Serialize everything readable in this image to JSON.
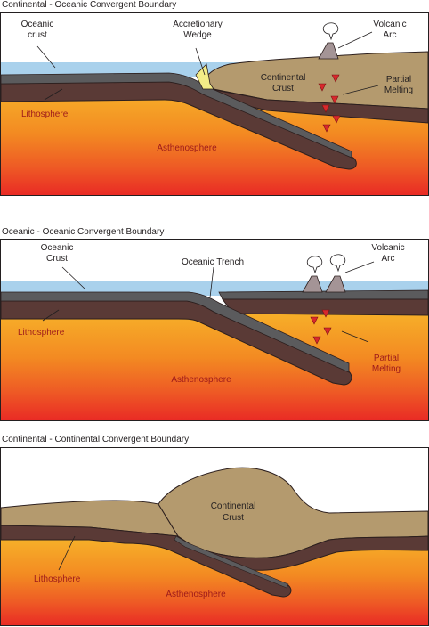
{
  "colors": {
    "ocean": "#a9d1ec",
    "crust_brown": "#b49a6e",
    "lithosphere": "#5a3a36",
    "lithosphere_edge": "#2c1f1e",
    "oceanic_crust": "#5b5b5d",
    "wedge": "#f3ec87",
    "volcano": "#a49496",
    "magma": "#d8282c",
    "mantle_top": "#f4a623",
    "mantle_bottom": "#ea2a26",
    "label_text": "#231f20",
    "label_red": "#9e1a1a"
  },
  "panel1": {
    "title": "Continental - Oceanic Convergent Boundary",
    "labels": {
      "oceanic_crust_1": "Oceanic",
      "oceanic_crust_2": "crust",
      "accretionary_1": "Accretionary",
      "accretionary_2": "Wedge",
      "volcanic_1": "Volcanic",
      "volcanic_2": "Arc",
      "continental_1": "Continental",
      "continental_2": "Crust",
      "partial_1": "Partial",
      "partial_2": "Melting",
      "lithosphere": "Lithosphere",
      "asthenosphere": "Asthenosphere"
    }
  },
  "panel2": {
    "title": "Oceanic - Oceanic Convergent Boundary",
    "labels": {
      "oceanic_crust_1": "Oceanic",
      "oceanic_crust_2": "Crust",
      "trench": "Oceanic Trench",
      "volcanic_1": "Volcanic",
      "volcanic_2": "Arc",
      "lithosphere": "Lithosphere",
      "partial_1": "Partial",
      "partial_2": "Melting",
      "asthenosphere": "Asthenosphere"
    }
  },
  "panel3": {
    "title": "Continental - Continental Convergent Boundary",
    "labels": {
      "continental_1": "Continental",
      "continental_2": "Crust",
      "lithosphere": "Lithosphere",
      "asthenosphere": "Asthenosphere"
    }
  }
}
